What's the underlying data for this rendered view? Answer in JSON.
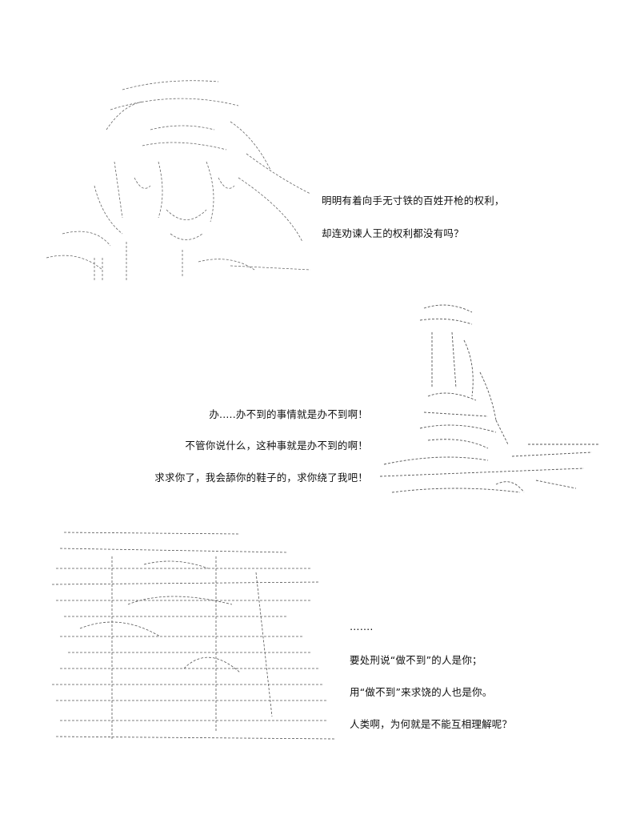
{
  "panels": [
    {
      "art": "ascii-art-man-face",
      "lines": [
        "明明有着向手无寸铁的百姓开枪的权利，",
        "却连劝谏人王的权利都没有吗？"
      ]
    },
    {
      "art": "ascii-art-kneeling-figure",
      "lines": [
        "办.....办不到的事情就是办不到啊！",
        "不管你说什么，这种事就是办不到的啊！",
        "求求你了，我会舔你的鞋子的，求你绕了我吧！"
      ]
    },
    {
      "art": "ascii-art-crowd-scene",
      "lines": [
        "…….",
        "要处刑说“做不到”的人是你；",
        "用“做不到”来求饶的人也是你。",
        "人类啊，为何就是不能互相理解呢？"
      ]
    }
  ],
  "colors": {
    "text": "#111111",
    "art": "#555555",
    "background": "#ffffff"
  }
}
